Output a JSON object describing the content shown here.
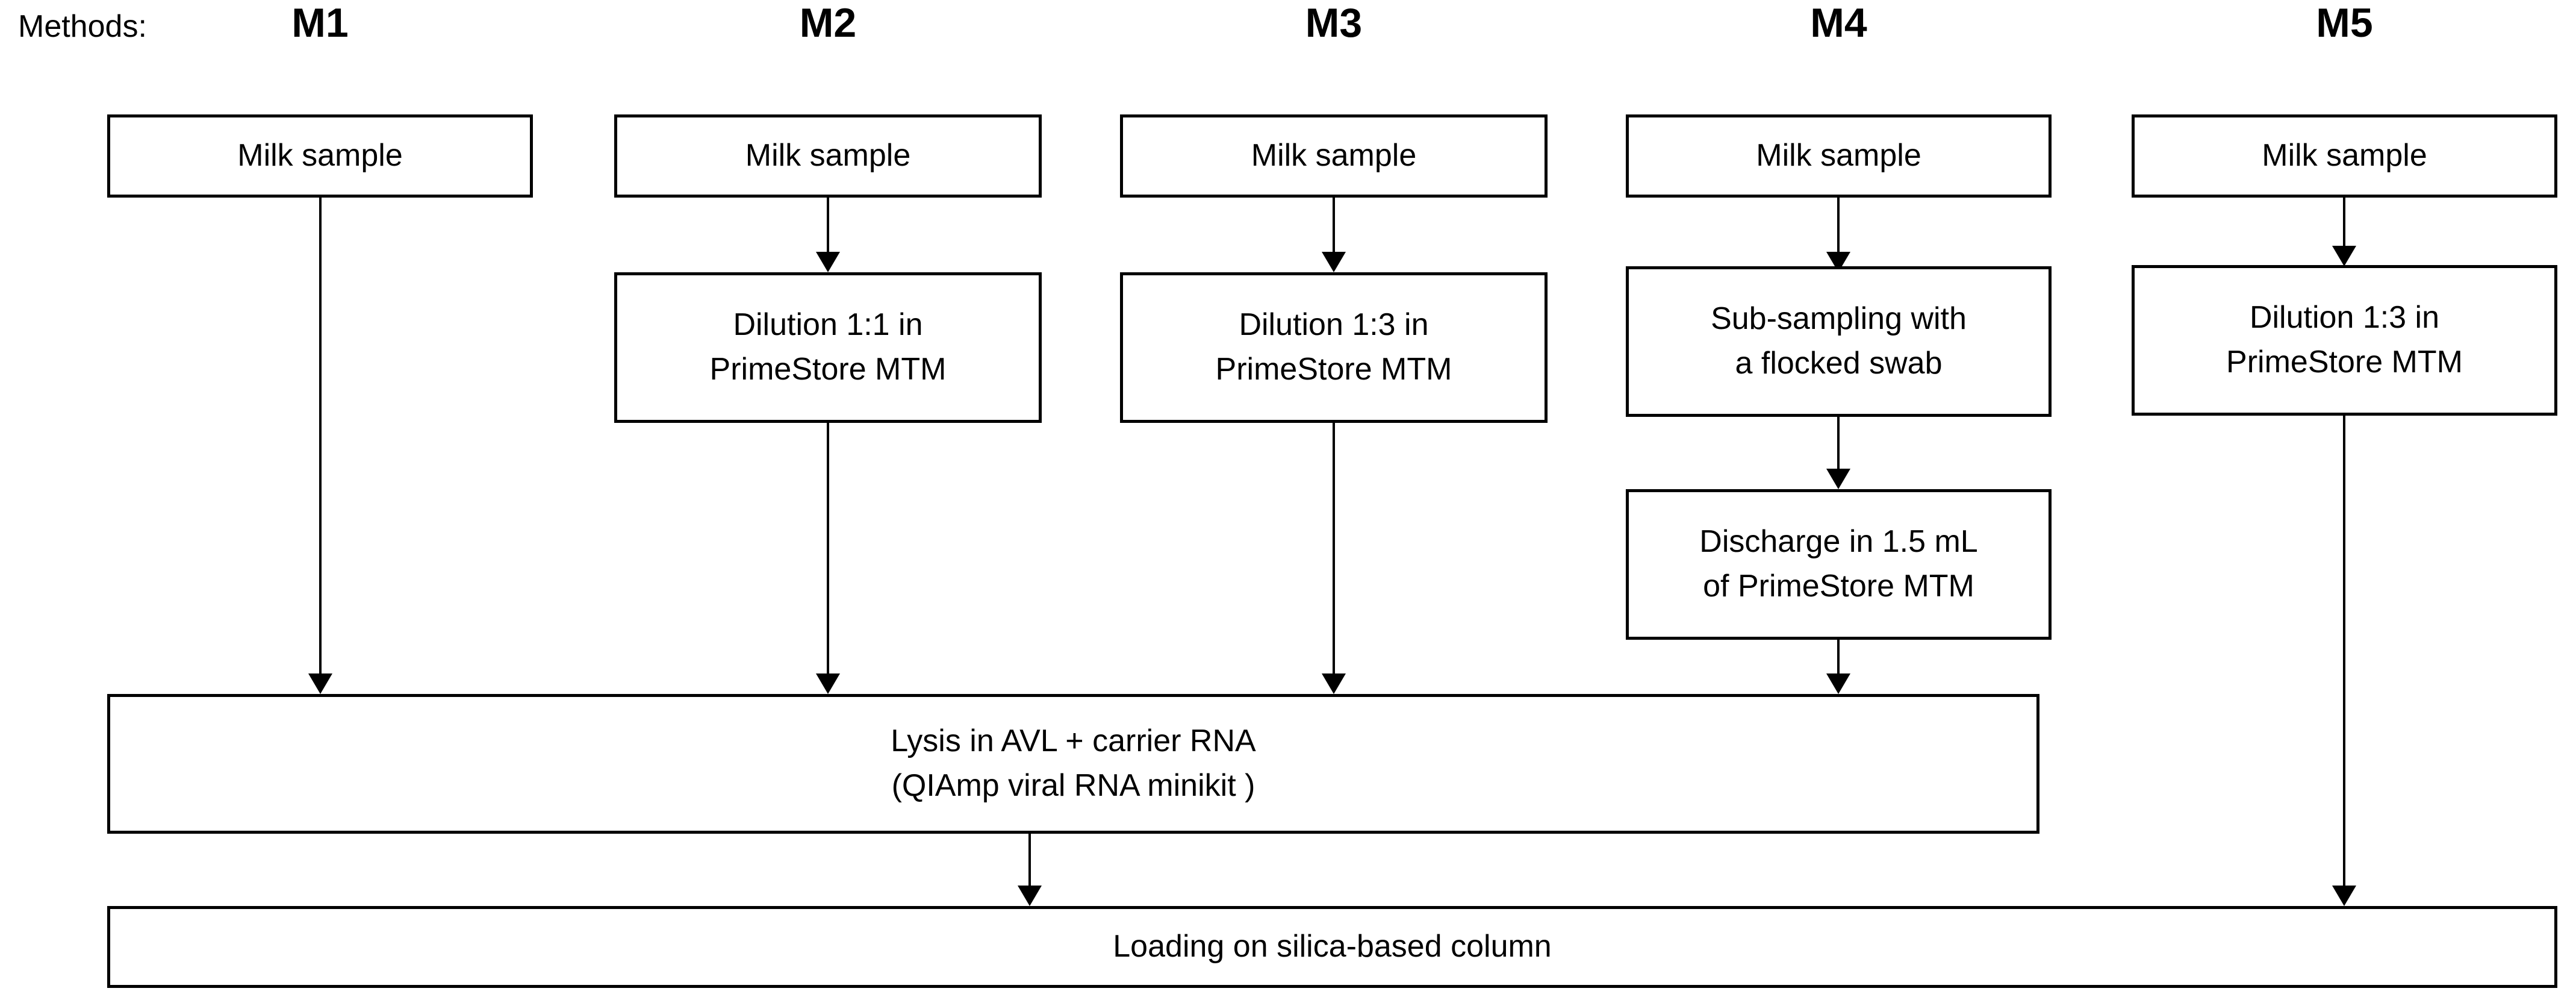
{
  "diagram": {
    "type": "flowchart",
    "methods_label": "Methods:",
    "columns": [
      {
        "id": "M1",
        "header": "M1",
        "steps": [
          {
            "id": "m1-milk-sample",
            "lines": [
              "Milk sample"
            ]
          }
        ]
      },
      {
        "id": "M2",
        "header": "M2",
        "steps": [
          {
            "id": "m2-milk-sample",
            "lines": [
              "Milk sample"
            ]
          },
          {
            "id": "m2-dilution",
            "lines": [
              "Dilution 1:1 in",
              "PrimeStore MTM"
            ]
          }
        ]
      },
      {
        "id": "M3",
        "header": "M3",
        "steps": [
          {
            "id": "m3-milk-sample",
            "lines": [
              "Milk sample"
            ]
          },
          {
            "id": "m3-dilution",
            "lines": [
              "Dilution 1:3 in",
              "PrimeStore MTM"
            ]
          }
        ]
      },
      {
        "id": "M4",
        "header": "M4",
        "steps": [
          {
            "id": "m4-milk-sample",
            "lines": [
              "Milk sample"
            ]
          },
          {
            "id": "m4-subsampling",
            "lines": [
              "Sub-sampling with",
              "a flocked swab"
            ]
          },
          {
            "id": "m4-discharge",
            "lines": [
              "Discharge in 1.5 mL",
              "of PrimeStore MTM"
            ]
          }
        ]
      },
      {
        "id": "M5",
        "header": "M5",
        "steps": [
          {
            "id": "m5-milk-sample",
            "lines": [
              "Milk sample"
            ]
          },
          {
            "id": "m5-dilution",
            "lines": [
              "Dilution 1:3 in",
              "PrimeStore MTM"
            ]
          }
        ]
      }
    ],
    "shared_steps": [
      {
        "id": "lysis",
        "lines": [
          "Lysis in AVL + carrier RNA",
          "(QIAmp viral RNA minikit )"
        ]
      },
      {
        "id": "loading",
        "lines": [
          "Loading on silica-based column"
        ]
      }
    ],
    "colors": {
      "stroke": "#000000",
      "fill": "#ffffff",
      "text": "#000000"
    }
  }
}
